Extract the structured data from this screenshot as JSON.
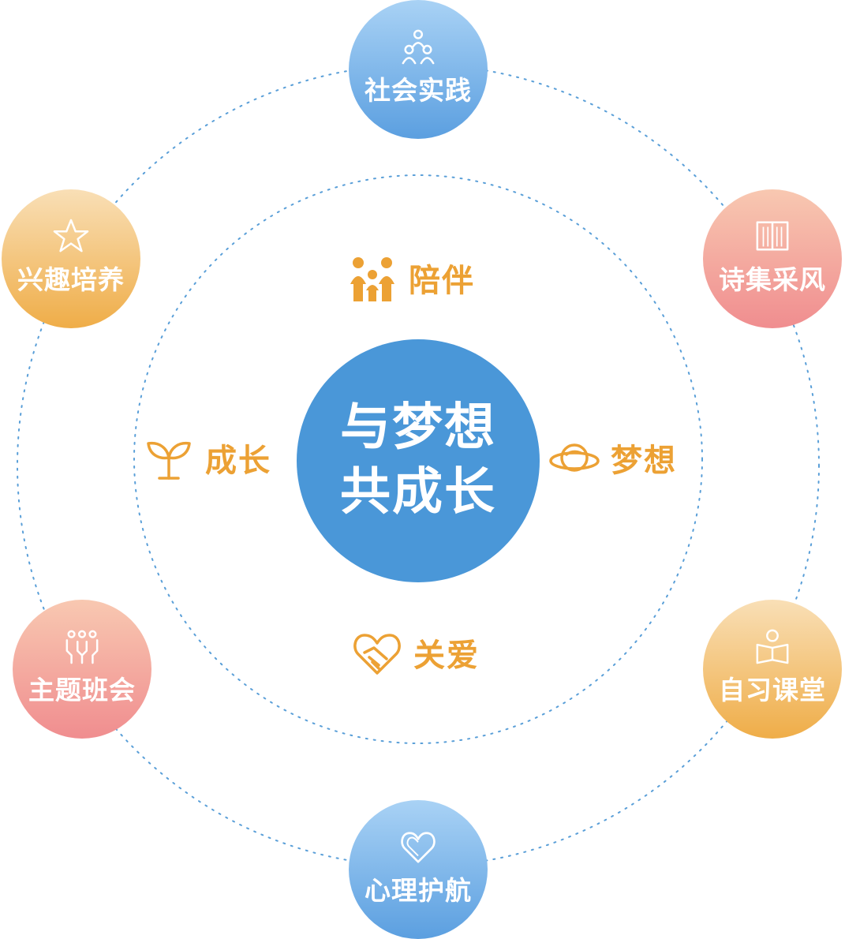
{
  "center": {
    "line1": "与梦想",
    "line2": "共成长"
  },
  "inner_items": [
    {
      "label": "陪伴",
      "icon": "family-icon"
    },
    {
      "label": "成长",
      "icon": "sprout-icon"
    },
    {
      "label": "梦想",
      "icon": "planet-icon"
    },
    {
      "label": "关爱",
      "icon": "handshake-heart-icon"
    }
  ],
  "outer_nodes": [
    {
      "label": "社会实践",
      "icon": "people-group-icon",
      "color": "blue"
    },
    {
      "label": "诗集采风",
      "icon": "book-icon",
      "color": "pink"
    },
    {
      "label": "自习课堂",
      "icon": "reading-person-icon",
      "color": "orange"
    },
    {
      "label": "心理护航",
      "icon": "heart-icon",
      "color": "blue"
    },
    {
      "label": "主题班会",
      "icon": "raised-hands-icon",
      "color": "pink"
    },
    {
      "label": "兴趣培养",
      "icon": "star-icon",
      "color": "orange"
    }
  ],
  "colors": {
    "center": "#4a97d8",
    "accent_orange": "#eca134",
    "dotted_line": "#5a9fd8"
  }
}
